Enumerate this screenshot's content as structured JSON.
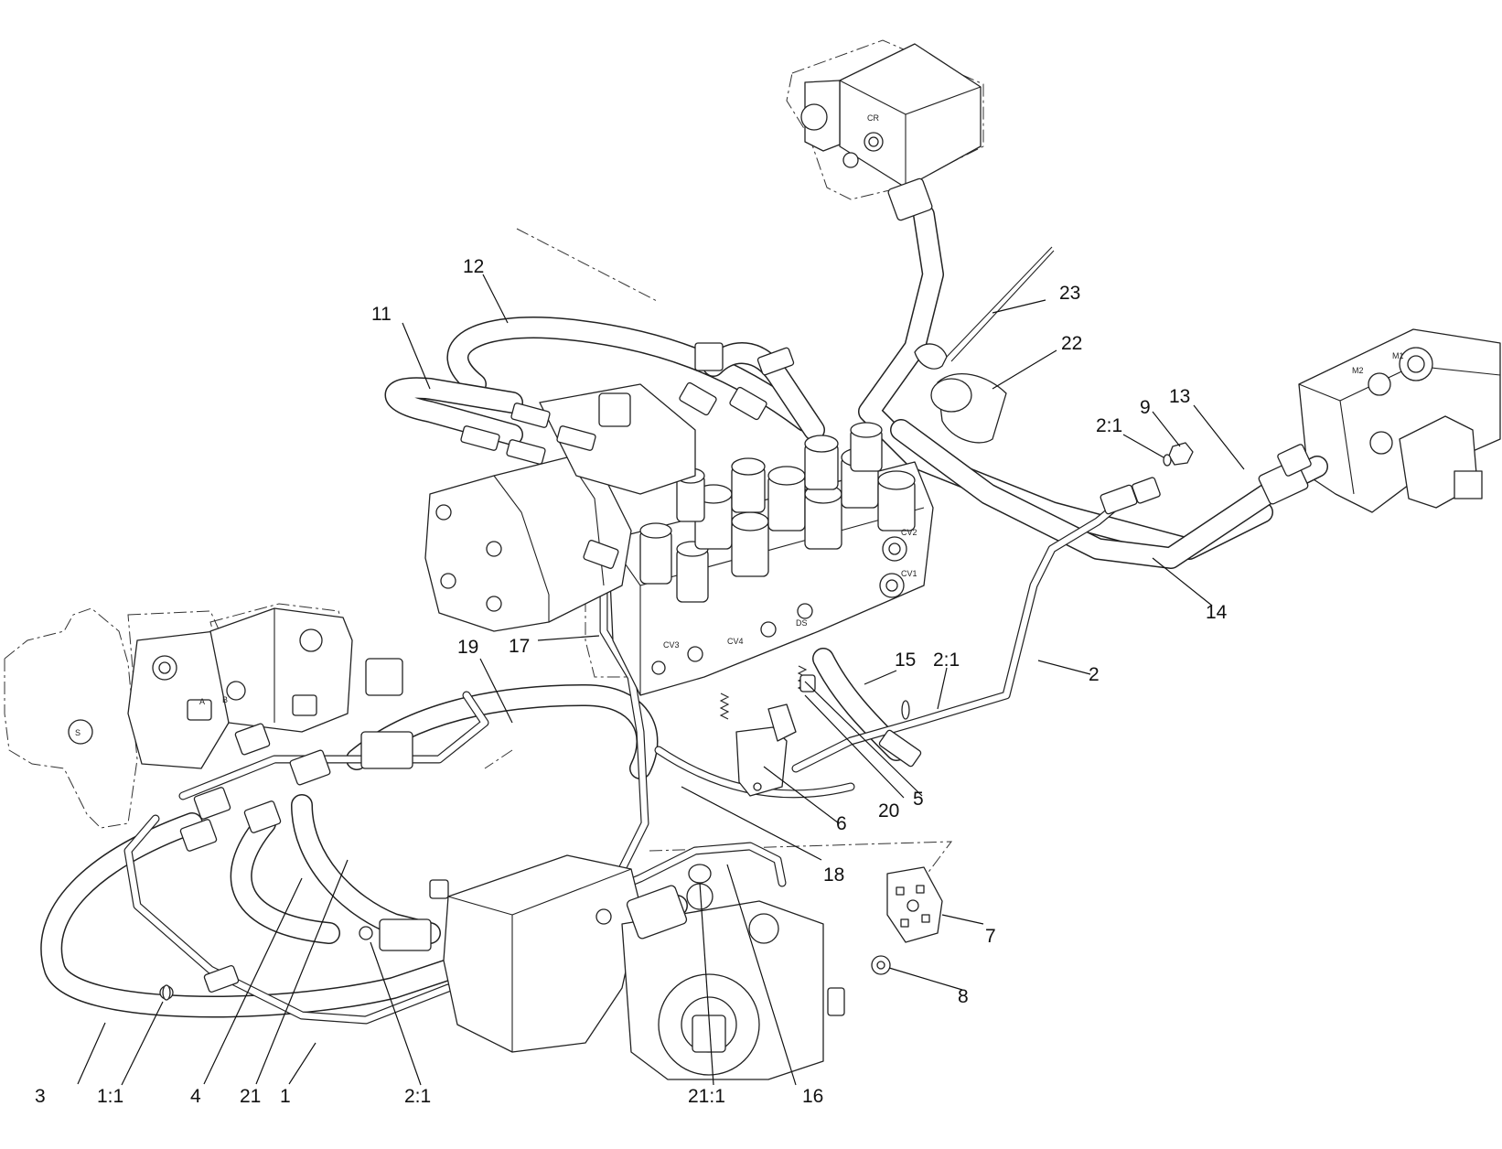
{
  "callouts": [
    {
      "id": "c1",
      "text": "1"
    },
    {
      "id": "c1_1",
      "text": "1:1"
    },
    {
      "id": "c2",
      "text": "2"
    },
    {
      "id": "c2_1a",
      "text": "2:1"
    },
    {
      "id": "c2_1b",
      "text": "2:1"
    },
    {
      "id": "c2_1c",
      "text": "2:1"
    },
    {
      "id": "c3",
      "text": "3"
    },
    {
      "id": "c4",
      "text": "4"
    },
    {
      "id": "c5",
      "text": "5"
    },
    {
      "id": "c6",
      "text": "6"
    },
    {
      "id": "c7",
      "text": "7"
    },
    {
      "id": "c8",
      "text": "8"
    },
    {
      "id": "c9",
      "text": "9"
    },
    {
      "id": "c11",
      "text": "11"
    },
    {
      "id": "c12",
      "text": "12"
    },
    {
      "id": "c13",
      "text": "13"
    },
    {
      "id": "c14",
      "text": "14"
    },
    {
      "id": "c15",
      "text": "15"
    },
    {
      "id": "c16",
      "text": "16"
    },
    {
      "id": "c17",
      "text": "17"
    },
    {
      "id": "c18",
      "text": "18"
    },
    {
      "id": "c19",
      "text": "19"
    },
    {
      "id": "c20",
      "text": "20"
    },
    {
      "id": "c21",
      "text": "21"
    },
    {
      "id": "c21_1",
      "text": "21:1"
    },
    {
      "id": "c22",
      "text": "22"
    },
    {
      "id": "c23",
      "text": "23"
    }
  ],
  "port_labels": {
    "cv1": "CV1",
    "cv2": "CV2",
    "cv3": "CV3",
    "cv4": "CV4",
    "ds": "DS",
    "m1": "M1",
    "m2": "M2",
    "a": "A",
    "b": "B",
    "cr": "CR",
    "s": "S"
  }
}
